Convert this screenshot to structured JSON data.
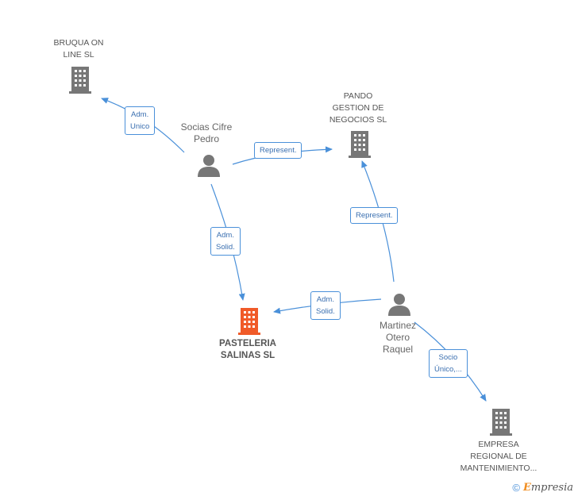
{
  "nodes": {
    "bruqua": {
      "label_line1": "BRUQUA ON",
      "label_line2": "LINE SL"
    },
    "pando": {
      "label_line1": "PANDO",
      "label_line2": "GESTION DE",
      "label_line3": "NEGOCIOS SL"
    },
    "pasteleria": {
      "label_line1": "PASTELERIA",
      "label_line2": "SALINAS SL"
    },
    "empresa_regional": {
      "label_line1": "EMPRESA",
      "label_line2": "REGIONAL DE",
      "label_line3": "MANTENIMIENTO..."
    },
    "socias": {
      "label_line1": "Socias Cifre",
      "label_line2": "Pedro"
    },
    "martinez": {
      "label_line1": "Martinez",
      "label_line2": "Otero",
      "label_line3": "Raquel"
    }
  },
  "edges": {
    "socias_bruqua": {
      "line1": "Adm.",
      "line2": "Unico"
    },
    "socias_pando": {
      "line1": "Represent."
    },
    "socias_pasteleria": {
      "line1": "Adm.",
      "line2": "Solid."
    },
    "martinez_pando": {
      "line1": "Represent."
    },
    "martinez_pasteleria": {
      "line1": "Adm.",
      "line2": "Solid."
    },
    "martinez_empresa": {
      "line1": "Socio",
      "line2": "Único,..."
    }
  },
  "colors": {
    "edge": "#4a90d9",
    "company_icon": "#777777",
    "main_company_icon": "#f05a28",
    "person_icon": "#777777"
  },
  "footer": {
    "copyright_symbol": "©",
    "brand_first": "E",
    "brand_rest": "mpresia"
  }
}
